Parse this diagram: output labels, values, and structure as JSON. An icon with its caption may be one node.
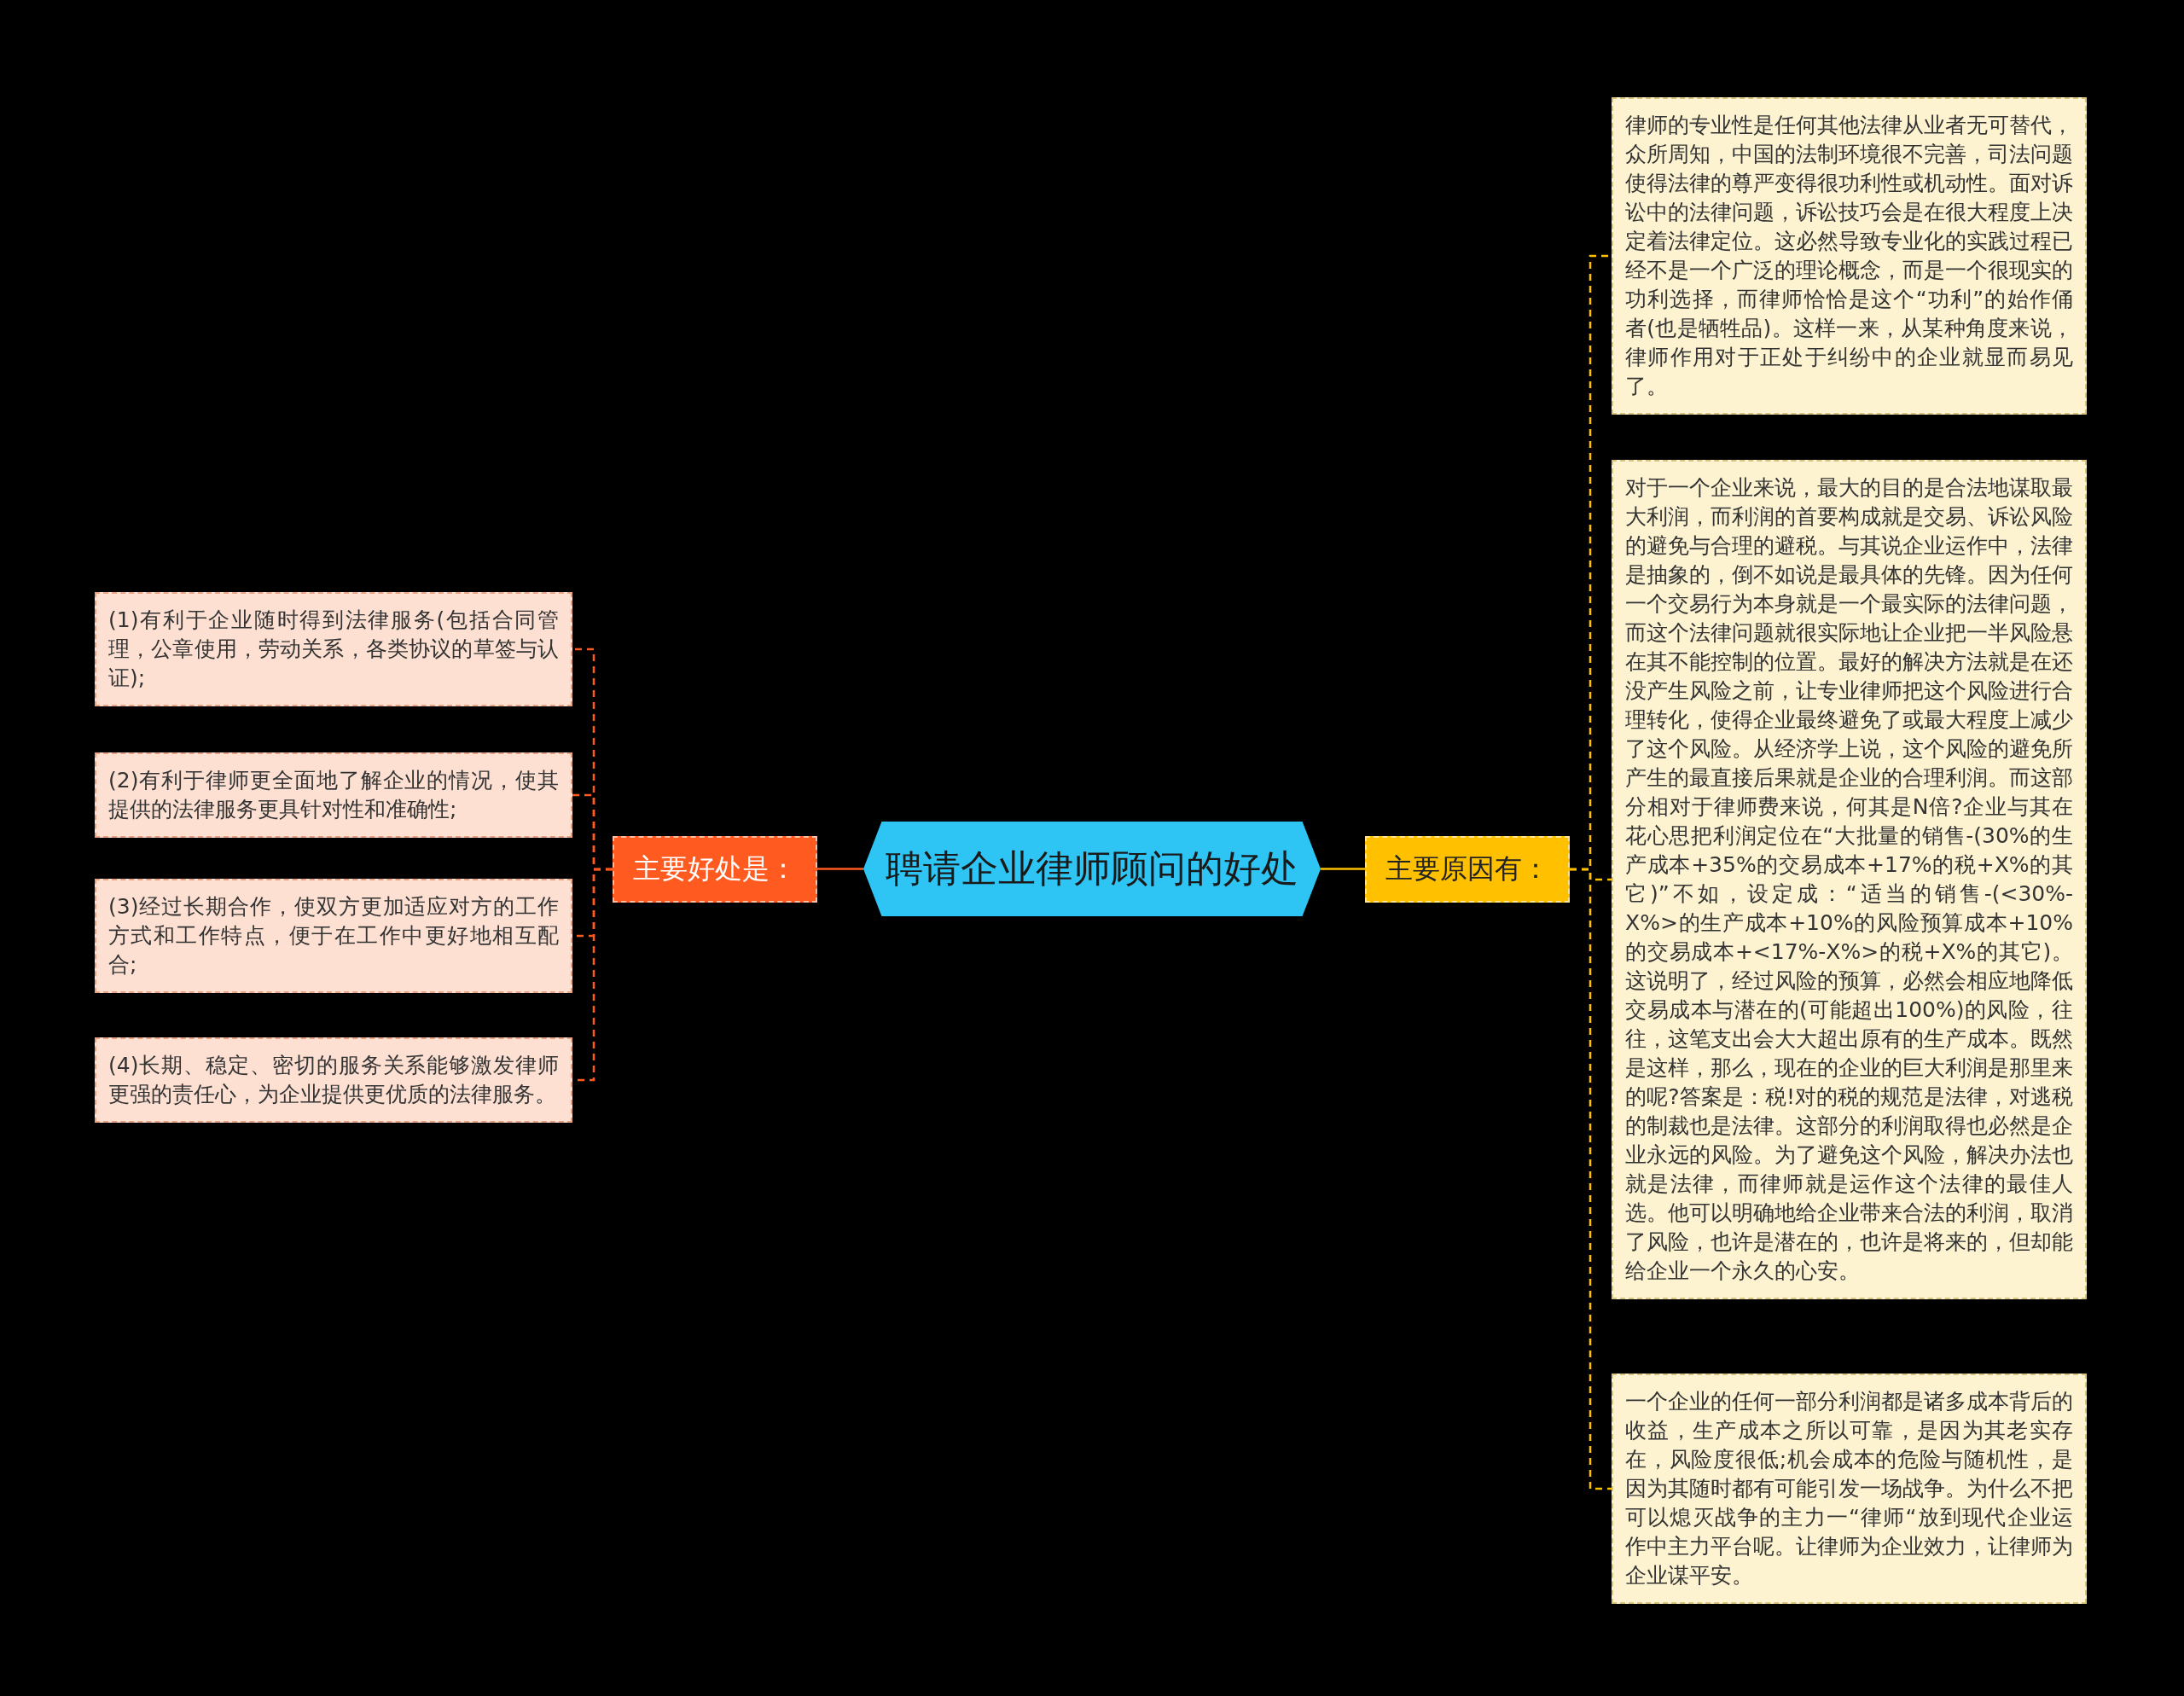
{
  "diagram": {
    "nodes": [
      {
        "text": [
          "聘请企业律师顾问的好处"
        ]
      },
      {
        "text": [
          "主要好处是："
        ]
      },
      {
        "text": [
          "(1)有利于企业随时得到法律服务(包括合同管理，公章使用，劳动关系，各类协议的草签与认证);"
        ]
      },
      {
        "text": [
          "(2)有利于律师更全面地了解企业的情况，使其提供的法律服务更具针对性和准确性;"
        ]
      },
      {
        "text": [
          "(3)经过长期合作，使双方更加适应对方的工作方式和工作特点，便于在工作中更好地相互配合;"
        ]
      },
      {
        "text": [
          "(4)长期、稳定、密切的服务关系能够激发律师更强的责任心，为企业提供更优质的法律服务。"
        ]
      },
      {
        "text": [
          "主要原因有："
        ]
      },
      {
        "text": [
          "律师的专业性是任何其他法律从业者无可替代，众所周知，中国的法制环境很不完善，司法问题使得法律的尊严变得很功利性或机动性。面对诉讼中的法律问题，诉讼技巧会是在很大程度上决定着法律定位。这必然导致专业化的实践过程已经不是一个广泛的理论概念，而是一个很现实的功利选择，而律师恰恰是这个“功利”的始作俑者(也是牺牲品)。这样一来，从某种角度来说，律师作用对于正处于纠纷中的企业就显而易见了。"
        ]
      },
      {
        "text": [
          "对于一个企业来说，最大的目的是合法地谋取最大利润，而利润的首要构成就是交易、诉讼风险的避免与合理的避税。与其说企业运作中，法律是抽象的，倒不如说是最具体的先锋。因为任何一个交易行为本身就是一个最实际的法律问题，而这个法律问题就很实际地让企业把一半风险悬在其不能控制的位置。最好的解决方法就是在还没产生风险之前，让专业律师把这个风险进行合理转化，使得企业最终避免了或最大程度上减少了这个风险。从经济学上说，这个风险的避免所产生的最直接后果就是企业的合理利润。而这部分相对于律师费来说，何其是N倍?企业与其在花心思把利润定位在“大批量的销售-(30%的生产成本+35%的交易成本+17%的税+X%的其它)”不如，设定成：“适当的销售-(<30%-X%>的生产成本+10%的风险预算成本+10%的交易成本+<17%-X%>的税+X%的其它)。这说明了，经过风险的预算，必然会相应地降低交易成本与潜在的(可能超出100%)的风险，往往，这笔支出会大大超出原有的生产成本。既然是这样，那么，现在的企业的巨大利润是那里来的呢?答案是：税!对的税的规范是法律，对逃税的制裁也是法律。这部分的利润取得也必然是企业永远的风险。为了避免这个风险，解决办法也就是法律，而律师就是运作这个法律的最佳人选。他可以明确地给企业带来合法的利润，取消了风险，也许是潜在的，也许是将来的，但却能给企业一个永久的心安。"
        ]
      },
      {
        "text": [
          "一个企业的任何一部分利润都是诸多成本背后的收益，生产成本之所以可靠，是因为其老实存在，风险度很低;机会成本的危险与随机性，是因为其随时都有可能引发一场战争。为什么不把可以熄灭战争的主力一“律师“放到现代企业运作中主力平台呢。让律师为企业效力，让律师为企业谋平安。"
        ]
      }
    ],
    "edges": [
      {
        "from": 0,
        "to": 1,
        "arrow": "none",
        "color": "#ff5a1f"
      },
      {
        "from": 1,
        "to": 2,
        "arrow": "none",
        "style": "dashed",
        "color": "#ff5a1f"
      },
      {
        "from": 1,
        "to": 3,
        "arrow": "none",
        "style": "dashed",
        "color": "#ff5a1f"
      },
      {
        "from": 1,
        "to": 4,
        "arrow": "none",
        "style": "dashed",
        "color": "#ff5a1f"
      },
      {
        "from": 1,
        "to": 5,
        "arrow": "none",
        "style": "dashed",
        "color": "#ff5a1f"
      },
      {
        "from": 0,
        "to": 6,
        "arrow": "none",
        "color": "#ffc000"
      },
      {
        "from": 6,
        "to": 7,
        "arrow": "none",
        "style": "dashed",
        "color": "#ffc000"
      },
      {
        "from": 6,
        "to": 8,
        "arrow": "none",
        "style": "dashed",
        "color": "#ffc000"
      },
      {
        "from": 6,
        "to": 9,
        "arrow": "none",
        "style": "dashed",
        "color": "#ffc000"
      }
    ]
  }
}
